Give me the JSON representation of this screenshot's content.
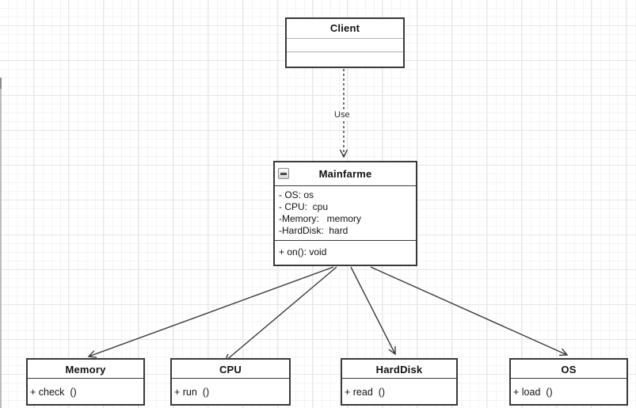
{
  "diagram": {
    "edges": {
      "use_label": "Use"
    },
    "client": {
      "name": "Client"
    },
    "mainframe": {
      "name": "Mainfarme",
      "attributes": [
        "- OS: os",
        "- CPU:  cpu",
        "-Memory:   memory",
        "-HardDisk:  hard"
      ],
      "method": "+ on(): void"
    },
    "memory": {
      "name": "Memory",
      "method": "+ check  ()"
    },
    "cpu": {
      "name": "CPU",
      "method": "+ run  ()"
    },
    "harddisk": {
      "name": "HardDisk",
      "method": "+ read  ()"
    },
    "os": {
      "name": "OS",
      "method": "+ load  ()"
    },
    "colors": {
      "line": "#3a3a3a",
      "grid_minor": "#f4f4f4",
      "grid_major": "#e7e7e7",
      "canvas_bg": "#ffffff"
    }
  }
}
